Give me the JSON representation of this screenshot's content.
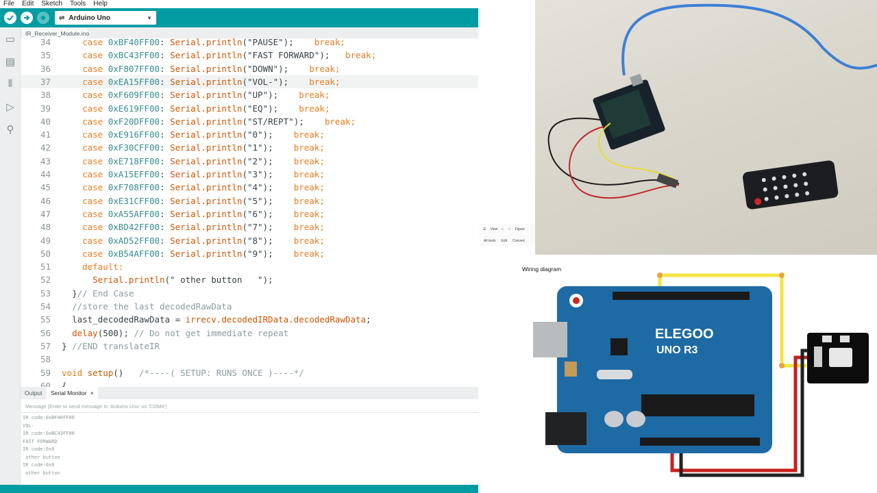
{
  "menu": [
    "File",
    "Edit",
    "Sketch",
    "Tools",
    "Help"
  ],
  "toolbar": {
    "board": "Arduino Uno"
  },
  "file_tab": "IR_Receiver_Module.ino",
  "code": [
    {
      "n": "34",
      "indent": "    ",
      "kw": "case ",
      "vb": "0xBF40FF00",
      "rest": ": ",
      "fn": "Serial.println",
      "str": "(\"PAUSE\");",
      "tail": "    break;"
    },
    {
      "n": "35",
      "indent": "    ",
      "kw": "case ",
      "vb": "0xBC43FF00",
      "rest": ": ",
      "fn": "Serial.println",
      "str": "(\"FAST FORWARD\");",
      "tail": "   break;"
    },
    {
      "n": "36",
      "indent": "    ",
      "kw": "case ",
      "vb": "0xF807FF00",
      "rest": ": ",
      "fn": "Serial.println",
      "str": "(\"DOWN\");",
      "tail": "    break;"
    },
    {
      "n": "37",
      "indent": "    ",
      "kw": "case ",
      "vb": "0xEA15FF00",
      "rest": ": ",
      "fn": "Serial.println",
      "str": "(\"VOL-\");",
      "tail": "    break;"
    },
    {
      "n": "38",
      "indent": "    ",
      "kw": "case ",
      "vb": "0xF609FF00",
      "rest": ": ",
      "fn": "Serial.println",
      "str": "(\"UP\");",
      "tail": "    break;"
    },
    {
      "n": "39",
      "indent": "    ",
      "kw": "case ",
      "vb": "0xE619FF00",
      "rest": ": ",
      "fn": "Serial.println",
      "str": "(\"EQ\");",
      "tail": "    break;"
    },
    {
      "n": "40",
      "indent": "    ",
      "kw": "case ",
      "vb": "0xF20DFF00",
      "rest": ": ",
      "fn": "Serial.println",
      "str": "(\"ST/REPT\");",
      "tail": "    break;"
    },
    {
      "n": "41",
      "indent": "    ",
      "kw": "case ",
      "vb": "0xE916FF00",
      "rest": ": ",
      "fn": "Serial.println",
      "str": "(\"0\");",
      "tail": "    break;"
    },
    {
      "n": "42",
      "indent": "    ",
      "kw": "case ",
      "vb": "0xF30CFF00",
      "rest": ": ",
      "fn": "Serial.println",
      "str": "(\"1\");",
      "tail": "    break;"
    },
    {
      "n": "43",
      "indent": "    ",
      "kw": "case ",
      "vb": "0xE718FF00",
      "rest": ": ",
      "fn": "Serial.println",
      "str": "(\"2\");",
      "tail": "    break;"
    },
    {
      "n": "44",
      "indent": "    ",
      "kw": "case ",
      "vb": "0xA15EFF00",
      "rest": ": ",
      "fn": "Serial.println",
      "str": "(\"3\");",
      "tail": "    break;"
    },
    {
      "n": "45",
      "indent": "    ",
      "kw": "case ",
      "vb": "0xF708FF00",
      "rest": ": ",
      "fn": "Serial.println",
      "str": "(\"4\");",
      "tail": "    break;"
    },
    {
      "n": "46",
      "indent": "    ",
      "kw": "case ",
      "vb": "0xE31CFF00",
      "rest": ": ",
      "fn": "Serial.println",
      "str": "(\"5\");",
      "tail": "    break;"
    },
    {
      "n": "47",
      "indent": "    ",
      "kw": "case ",
      "vb": "0xA55AFF00",
      "rest": ": ",
      "fn": "Serial.println",
      "str": "(\"6\");",
      "tail": "    break;"
    },
    {
      "n": "48",
      "indent": "    ",
      "kw": "case ",
      "vb": "0xBD42FF00",
      "rest": ": ",
      "fn": "Serial.println",
      "str": "(\"7\");",
      "tail": "    break;"
    },
    {
      "n": "49",
      "indent": "    ",
      "kw": "case ",
      "vb": "0xAD52FF00",
      "rest": ": ",
      "fn": "Serial.println",
      "str": "(\"8\");",
      "tail": "    break;"
    },
    {
      "n": "50",
      "indent": "    ",
      "kw": "case ",
      "vb": "0xB54AFF00",
      "rest": ": ",
      "fn": "Serial.println",
      "str": "(\"9\");",
      "tail": "    break;"
    },
    {
      "n": "51",
      "indent": "    ",
      "kw": "default:",
      "vb": "",
      "rest": "",
      "fn": "",
      "str": "",
      "tail": ""
    },
    {
      "n": "52",
      "indent": "      ",
      "kw": "",
      "vb": "",
      "rest": "",
      "fn": "Serial.println",
      "str": "(\" other button   \");",
      "tail": ""
    },
    {
      "n": "53",
      "indent": "  ",
      "kw": "",
      "vb": "",
      "rest": "}",
      "fn": "",
      "str": "",
      "tail": "",
      "cm": "// End Case"
    },
    {
      "n": "54",
      "indent": "  ",
      "kw": "",
      "vb": "",
      "rest": "",
      "fn": "",
      "str": "",
      "tail": "",
      "cm": "//store the last decodedRawData"
    },
    {
      "n": "55",
      "indent": "  ",
      "kw": "",
      "vb": "",
      "rest": "last_decodedRawData = ",
      "fn": "irrecv.decodedIRData.decodedRawData",
      "str": ";",
      "tail": ""
    },
    {
      "n": "56",
      "indent": "  ",
      "kw": "",
      "vb": "",
      "rest": "",
      "fn": "delay",
      "str": "(500); ",
      "tail": "",
      "cm": "// Do not get immediate repeat"
    },
    {
      "n": "57",
      "indent": "",
      "kw": "",
      "vb": "",
      "rest": "} ",
      "fn": "",
      "str": "",
      "tail": "",
      "cm": "//END translateIR"
    },
    {
      "n": "58",
      "indent": "",
      "kw": "",
      "vb": "",
      "rest": "",
      "fn": "",
      "str": "",
      "tail": ""
    },
    {
      "n": "59",
      "indent": "",
      "kw": "void ",
      "vb": "",
      "rest": "",
      "fn": "setup",
      "str": "()   ",
      "tail": "",
      "cm": "/*----( SETUP: RUNS ONCE )----*/"
    },
    {
      "n": "60",
      "indent": "",
      "kw": "",
      "vb": "",
      "rest": "{",
      "fn": "",
      "str": "",
      "tail": ""
    }
  ],
  "panel": {
    "tab_output": "Output",
    "tab_serial": "Serial Monitor",
    "close": "×",
    "placeholder": "Message (Enter to send message to 'Arduino Uno' on 'COM4')",
    "lines": [
      "IR code:0xBF40FF00",
      "VOL-",
      "IR code:0xBC43FF00",
      "FAST FORWARD",
      "IR code:0x0",
      " other button",
      "IR code:0x0",
      " other button"
    ]
  },
  "strip": {
    "view": "View",
    "ftab": "Figure",
    "a": "All tools",
    "b": "Edit",
    "c": "Convert"
  },
  "wiring": {
    "title": "Wiring diagram",
    "brand": "ELEGOO",
    "model": "UNO R3",
    "colors": {
      "board": "#1d6aa5",
      "yellow": "#f3e541",
      "red": "#c82020",
      "black": "#222"
    }
  },
  "photo_alt": "remote-control photo"
}
